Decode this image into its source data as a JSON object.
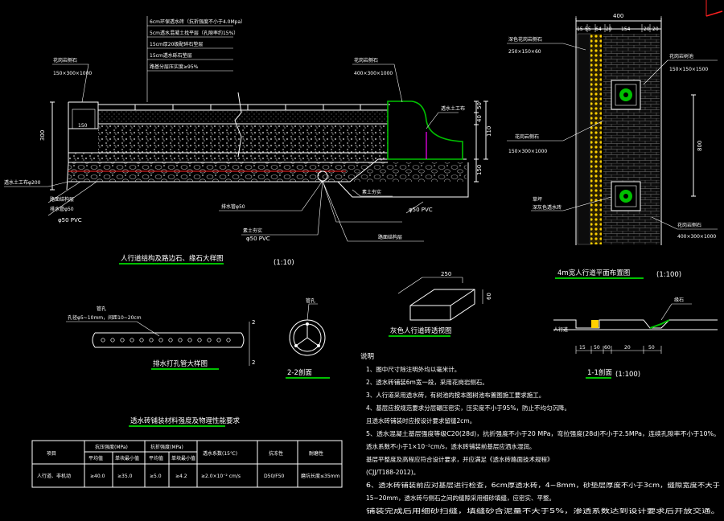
{
  "colors": {
    "background": "#000000",
    "line": "#ffffff",
    "highlight": "#00c000",
    "accent_red": "#ff2020",
    "accent_magenta": "#ff00ff",
    "accent_yellow": "#ffd000"
  },
  "section": {
    "layers": [
      "6cm环保透水砖（抗折强度不小于4.0Mpa）",
      "5cm透水混凝土找平层（孔隙率约15%）",
      "15cm厚20级配碎石垫层",
      "15cm透水砾石垫层",
      "路基分层压实度≥95%"
    ],
    "curb_label": "花岗岩侧石",
    "curb_size": "150×300×1000",
    "curbstone_label": "花岗岩侧石",
    "curbstone_size": "400×300×1000",
    "geotextile": "透水土工布φ200",
    "dim_300": "300",
    "dim_150": "150",
    "right_dims": [
      "50",
      "40",
      "150",
      "110"
    ],
    "drain_pipe": "排水管φ50",
    "pvc_left": "φ50 PVC",
    "pvc_right": "φ50 PVC",
    "pvc_bottom": "φ50 PVC",
    "label_soil": "素土夯实",
    "label_road": "路面结构层",
    "label_filter": "透水土工布",
    "title": "人行道结构及路边石、缘石大样图",
    "scale": "(1:10)"
  },
  "plan": {
    "top_dim": "400",
    "sub_dims": [
      "15",
      "55",
      "64",
      "20",
      "154",
      "20",
      "20"
    ],
    "label_tl": "深色花岗岩侧石",
    "size_tl": "250×150×60",
    "label_tr": "花岗岩树池",
    "size_tr": "150×150×1500",
    "size_mid": "150×300×1000",
    "label_mid": "花岗岩侧石",
    "label_grass": "草坪",
    "label_side": "深灰色透水砖",
    "size_br": "400×300×1000",
    "label_br": "花岗岩侧石",
    "dim_800": "800",
    "title": "4m宽人行道平面布置图",
    "scale": "(1:100)"
  },
  "pipe": {
    "label_a": "管孔",
    "label_b": "孔径φ5~10mm，间距10~20cm",
    "mark_top": "2",
    "mark_bot": "2",
    "title": "排水打孔管大样图",
    "section_title": "2-2剖面",
    "label_hole": "管孔"
  },
  "brick": {
    "len": "250",
    "height": "60",
    "title": "灰色人行道砖透视图"
  },
  "sect11": {
    "label_left": "人行道",
    "label_top": "缘石",
    "dims": [
      "15",
      "50",
      "60",
      "20",
      "50"
    ],
    "title": "1-1剖面",
    "scale": "(1:100)"
  },
  "table": {
    "title": "透水砖铺装材料强度及物理性能要求",
    "col_names": [
      "项目",
      "抗压强度(MPa)",
      "抗折强度(MPa)",
      "透水系数(15℃)",
      "抗冻性",
      "耐磨性"
    ],
    "sub_names": [
      "平均值",
      "单块最小值",
      "平均值",
      "单块最小值"
    ],
    "row": [
      "人行道、非机动",
      "≥40.0",
      "≥35.0",
      "≥5.0",
      "≥4.2",
      "≥2.0×10⁻² cm/s",
      "D50/F50",
      "磨坑长度≤35mm"
    ]
  },
  "notes": {
    "title": "说明",
    "lines": [
      "1、图中尺寸除注明外均以毫米计。",
      "2、透水砖铺装6m宽一段，采用花岗岩侧石。",
      "3、人行道采用透水砖，有树池的按本图树池布置图施工要求施工。",
      "4、基层应按规范要求分层碾压密实，压实度不小于95%，防止不均匀沉降。",
      "   且透水砖铺装时应按设计要求留缝2cm。",
      "5、透水混凝土基层强度等级C20(28d)，抗折强度不小于20 MPa，弯拉强度(28d)不小于2.5MPa，连续孔隙率不小于10%。",
      "   透水系数不小于1×10⁻²cm/s，透水砖铺装前基层应洒水湿润。",
      "   基层平整度及高程应符合设计要求，并应满足《透水砖路面技术规程》",
      "   (CJJ/T188-2012)。",
      "6、透水砖铺装前应对基层进行检查，6cm厚透水砖，4~8mm，砂垫层厚度不小于3cm，缝隙宽度不大于",
      "   15~20mm，透水砖与侧石之间的缝隙采用细砂填缝，应密实、平整。",
      "   铺装完成后用细砂扫缝，填缝砂含泥量不大于5%，渗透系数达到设计要求后开放交通。"
    ]
  }
}
